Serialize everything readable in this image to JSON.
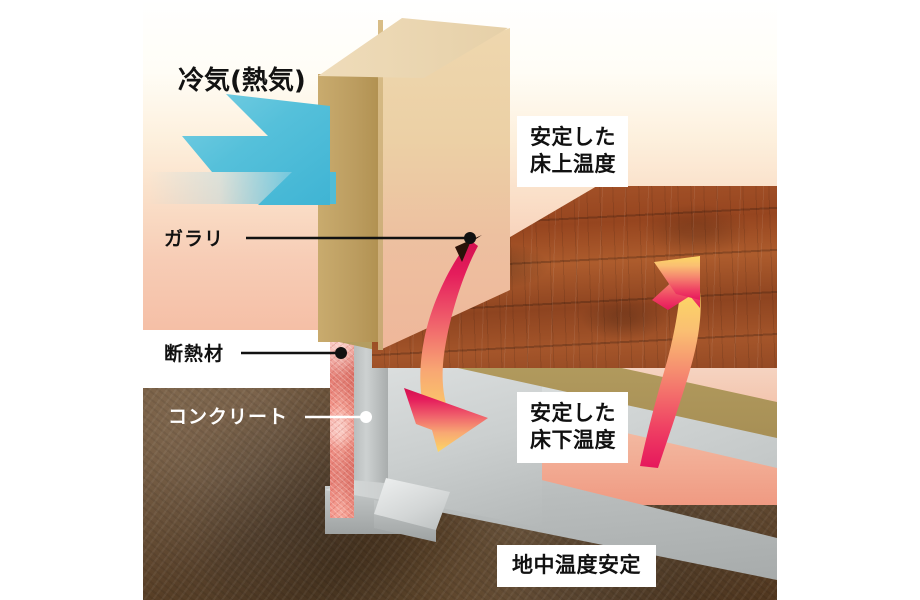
{
  "diagram": {
    "title_text": "冷気(熱気)",
    "callouts": [
      {
        "id": "above-floor",
        "text": "安定した\n床上温度"
      },
      {
        "id": "below-floor",
        "text": "安定した\n床下温度"
      },
      {
        "id": "ground",
        "text": "地中温度安定"
      }
    ],
    "leaders": [
      {
        "id": "gallery",
        "label": "ガラリ",
        "color": "#111111"
      },
      {
        "id": "insul",
        "label": "断熱材",
        "color": "#111111"
      },
      {
        "id": "concrete",
        "label": "コンクリート",
        "color": "#ffffff"
      }
    ],
    "arrows": [
      {
        "id": "cold-air",
        "direction": "up-left",
        "color": "#4fbcd8"
      },
      {
        "id": "air-down",
        "direction": "down",
        "color_start": "#e6175c",
        "color_end": "#fbd469"
      },
      {
        "id": "air-up",
        "direction": "up",
        "color_start": "#e6175c",
        "color_end": "#fbd469"
      }
    ],
    "materials": {
      "wall": "#e6d0a8",
      "wood_floor": "#96451f",
      "sill_beam": "#b39a5e",
      "insulation": "#f39388",
      "concrete": "#c3c7c7",
      "soil": "#5d4228",
      "warm_air": "#f5bfa6",
      "cold_air": "#4fbcd8"
    }
  }
}
